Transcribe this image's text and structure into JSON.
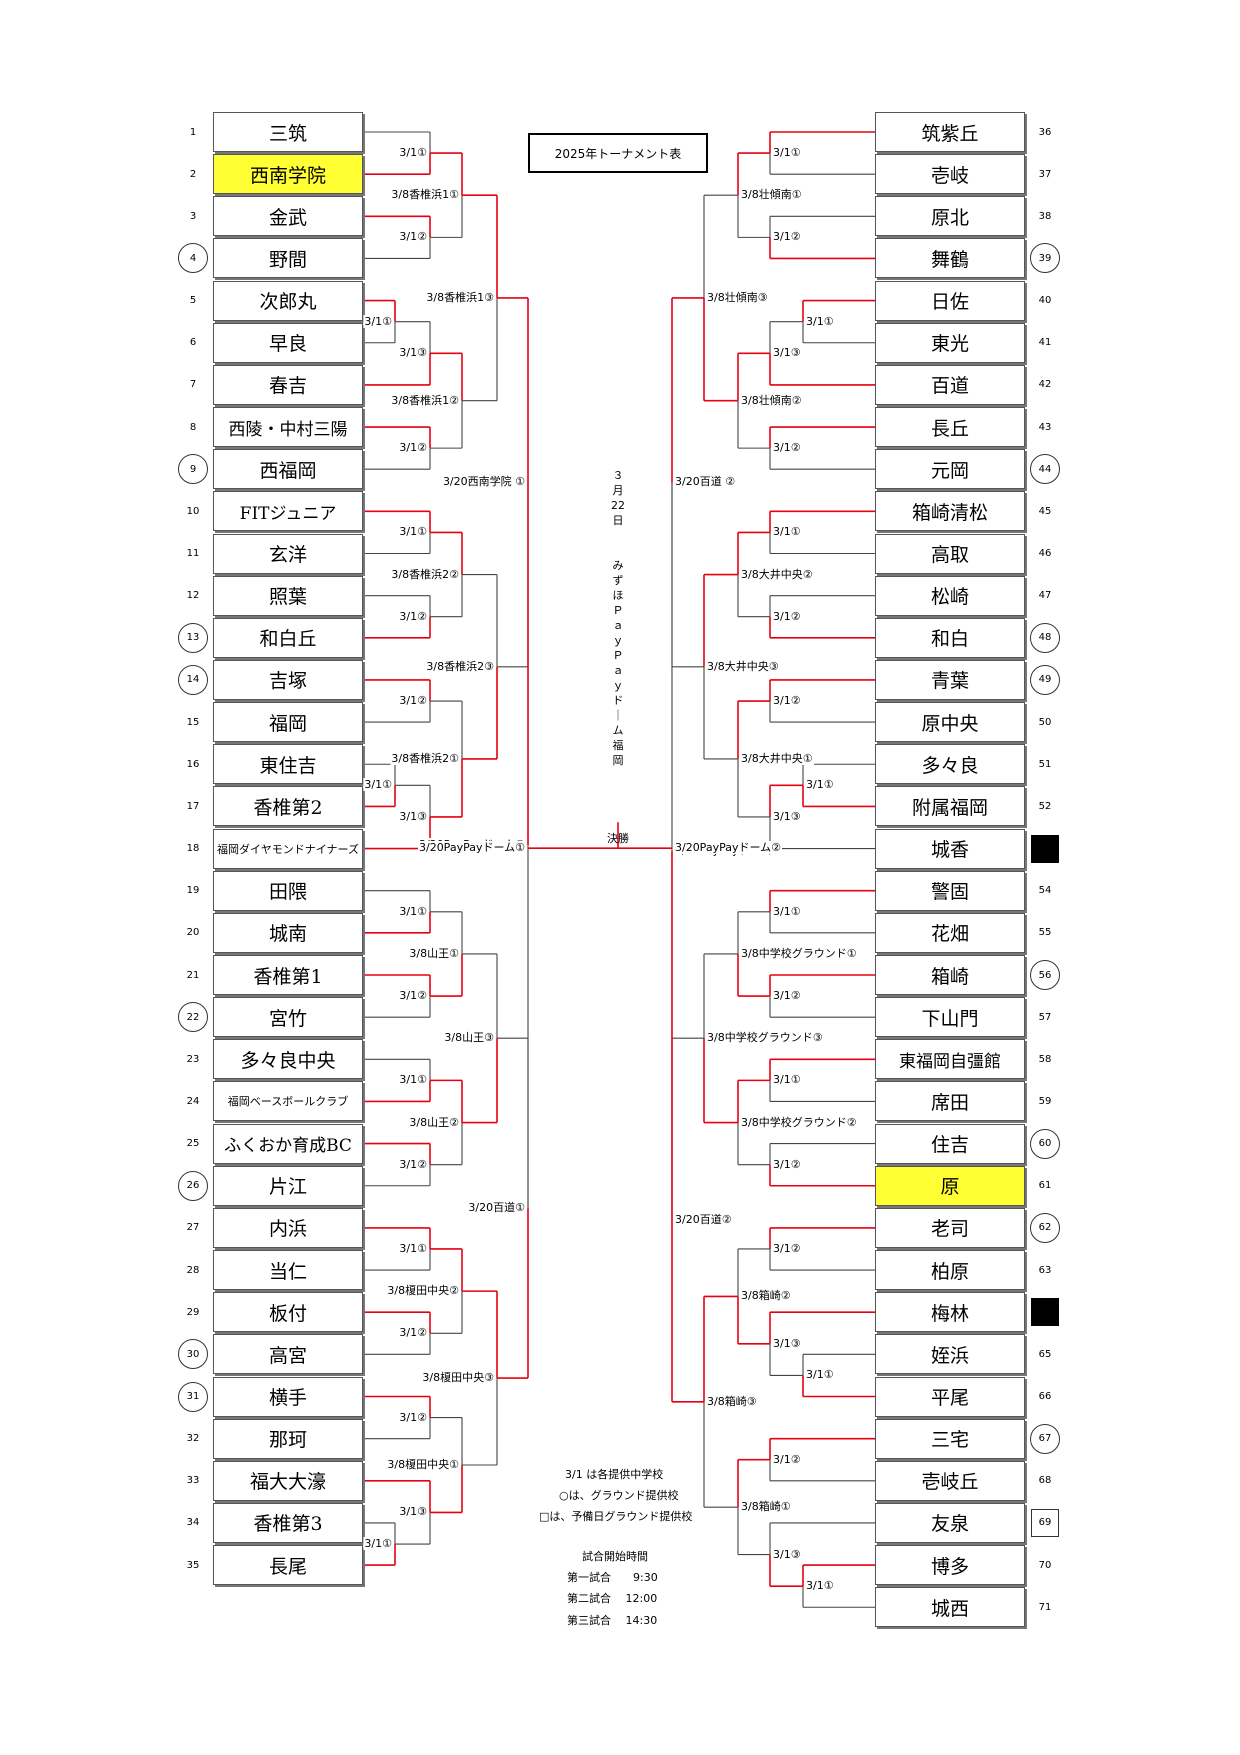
{
  "title": "2025年トーナメント表",
  "venue": "3月22日 みずほPayPayドーム福岡",
  "venue_chars": [
    "３",
    "月",
    "22",
    "日",
    " ",
    "み",
    "ず",
    "ほ",
    "Ｐ",
    "ａ",
    "ｙ",
    "Ｐ",
    "ａ",
    "ｙ",
    "ド",
    "｜",
    "ム",
    "福",
    "岡"
  ],
  "final_label": "決勝",
  "notes": [
    "3/1 は各提供中学校",
    "○は、グラウンド提供校",
    "□は、予備日グラウンド提供校"
  ],
  "times_title": "試合開始時間",
  "times": [
    "第一試合　　9:30",
    "第二試合　 12:00",
    "第三試合　 14:30"
  ],
  "teams": [
    {
      "n": "1",
      "name": "三筑",
      "s": "plain"
    },
    {
      "n": "2",
      "name": "西南学院",
      "s": "plain",
      "hl": true
    },
    {
      "n": "3",
      "name": "金武",
      "s": "plain"
    },
    {
      "n": "4",
      "name": "野間",
      "s": "circle"
    },
    {
      "n": "5",
      "name": "次郎丸",
      "s": "plain"
    },
    {
      "n": "6",
      "name": "早良",
      "s": "plain"
    },
    {
      "n": "7",
      "name": "春吉",
      "s": "plain"
    },
    {
      "n": "8",
      "name": "西陵・中村三陽",
      "s": "plain"
    },
    {
      "n": "9",
      "name": "西福岡",
      "s": "circle"
    },
    {
      "n": "10",
      "name": "FITジュニア",
      "s": "plain"
    },
    {
      "n": "11",
      "name": "玄洋",
      "s": "plain"
    },
    {
      "n": "12",
      "name": "照葉",
      "s": "plain"
    },
    {
      "n": "13",
      "name": "和白丘",
      "s": "circle"
    },
    {
      "n": "14",
      "name": "吉塚",
      "s": "circle"
    },
    {
      "n": "15",
      "name": "福岡",
      "s": "plain"
    },
    {
      "n": "16",
      "name": "東住吉",
      "s": "plain"
    },
    {
      "n": "17",
      "name": "香椎第2",
      "s": "plain"
    },
    {
      "n": "18",
      "name": "福岡ダイヤモンドナイナーズ",
      "s": "plain"
    },
    {
      "n": "19",
      "name": "田隈",
      "s": "plain"
    },
    {
      "n": "20",
      "name": "城南",
      "s": "plain"
    },
    {
      "n": "21",
      "name": "香椎第1",
      "s": "plain"
    },
    {
      "n": "22",
      "name": "宮竹",
      "s": "circle"
    },
    {
      "n": "23",
      "name": "多々良中央",
      "s": "plain"
    },
    {
      "n": "24",
      "name": "福岡ベースボールクラブ",
      "s": "plain"
    },
    {
      "n": "25",
      "name": "ふくおか育成BC",
      "s": "plain"
    },
    {
      "n": "26",
      "name": "片江",
      "s": "circle"
    },
    {
      "n": "27",
      "name": "内浜",
      "s": "plain"
    },
    {
      "n": "28",
      "name": "当仁",
      "s": "plain"
    },
    {
      "n": "29",
      "name": "板付",
      "s": "plain"
    },
    {
      "n": "30",
      "name": "高宮",
      "s": "circle"
    },
    {
      "n": "31",
      "name": "横手",
      "s": "circle"
    },
    {
      "n": "32",
      "name": "那珂",
      "s": "plain"
    },
    {
      "n": "33",
      "name": "福大大濠",
      "s": "plain"
    },
    {
      "n": "34",
      "name": "香椎第3",
      "s": "plain"
    },
    {
      "n": "35",
      "name": "長尾",
      "s": "plain"
    },
    {
      "n": "36",
      "name": "筑紫丘",
      "s": "plain"
    },
    {
      "n": "37",
      "name": "壱岐",
      "s": "plain"
    },
    {
      "n": "38",
      "name": "原北",
      "s": "plain"
    },
    {
      "n": "39",
      "name": "舞鶴",
      "s": "circle"
    },
    {
      "n": "40",
      "name": "日佐",
      "s": "plain"
    },
    {
      "n": "41",
      "name": "東光",
      "s": "plain"
    },
    {
      "n": "42",
      "name": "百道",
      "s": "plain"
    },
    {
      "n": "43",
      "name": "長丘",
      "s": "plain"
    },
    {
      "n": "44",
      "name": "元岡",
      "s": "circle"
    },
    {
      "n": "45",
      "name": "箱崎清松",
      "s": "plain"
    },
    {
      "n": "46",
      "name": "高取",
      "s": "plain"
    },
    {
      "n": "47",
      "name": "松崎",
      "s": "plain"
    },
    {
      "n": "48",
      "name": "和白",
      "s": "circle"
    },
    {
      "n": "49",
      "name": "青葉",
      "s": "circle"
    },
    {
      "n": "50",
      "name": "原中央",
      "s": "plain"
    },
    {
      "n": "51",
      "name": "多々良",
      "s": "plain"
    },
    {
      "n": "52",
      "name": "附属福岡",
      "s": "plain"
    },
    {
      "n": "",
      "name": "城香",
      "s": "black"
    },
    {
      "n": "54",
      "name": "警固",
      "s": "plain"
    },
    {
      "n": "55",
      "name": "花畑",
      "s": "plain"
    },
    {
      "n": "56",
      "name": "箱崎",
      "s": "circle"
    },
    {
      "n": "57",
      "name": "下山門",
      "s": "plain"
    },
    {
      "n": "58",
      "name": "東福岡自彊館",
      "s": "plain"
    },
    {
      "n": "59",
      "name": "席田",
      "s": "plain"
    },
    {
      "n": "60",
      "name": "住吉",
      "s": "circle"
    },
    {
      "n": "61",
      "name": "原",
      "s": "plain",
      "hl": true
    },
    {
      "n": "62",
      "name": "老司",
      "s": "circle"
    },
    {
      "n": "63",
      "name": "柏原",
      "s": "plain"
    },
    {
      "n": "",
      "name": "梅林",
      "s": "black"
    },
    {
      "n": "65",
      "name": "姪浜",
      "s": "plain"
    },
    {
      "n": "66",
      "name": "平尾",
      "s": "plain"
    },
    {
      "n": "67",
      "name": "三宅",
      "s": "circle"
    },
    {
      "n": "68",
      "name": "壱岐丘",
      "s": "plain"
    },
    {
      "n": "69",
      "name": "友泉",
      "s": "square"
    },
    {
      "n": "70",
      "name": "博多",
      "s": "plain"
    },
    {
      "n": "71",
      "name": "城西",
      "s": "plain"
    }
  ],
  "match_labels": {
    "L_r0_a": "3/1①",
    "L_r1_a": "3/8香椎浜1①",
    "L_r0_b": "3/1②",
    "L_r2_a": "3/8香椎浜1③",
    "L_r0_c": "3/1①",
    "L_r0_d": "3/1③",
    "L_r1_b": "3/8香椎浜1②",
    "L_r0_e": "3/1②",
    "L_r3_a": "3/20西南学院 ①",
    "L_r0_f": "3/1①",
    "L_r1_c": "3/8香椎浜2②",
    "L_r0_g": "3/1②",
    "L_r2_b": "3/8香椎浜2③",
    "L_r0_h": "3/1②",
    "L_r1_d": "3/8香椎浜2①",
    "L_r0_i": "3/1①",
    "L_r0_j": "3/1③",
    "L_sf": "3/20PayPayドーム①",
    "L_r0_k": "3/1①",
    "L_r1_e": "3/8山王①",
    "L_r0_l": "3/1②",
    "L_r2_c": "3/8山王③",
    "L_r0_m": "3/1①",
    "L_r1_f": "3/8山王②",
    "L_r0_n": "3/1②",
    "L_r3_b": "3/20百道①",
    "L_r0_o": "3/1①",
    "L_r1_g": "3/8榎田中央②",
    "L_r0_p": "3/1②",
    "L_r2_d": "3/8榎田中央③",
    "L_r0_q": "3/1②",
    "L_r1_h": "3/8榎田中央①",
    "L_r0_r": "3/1③",
    "L_r0_s": "3/1①",
    "R_r0_a": "3/1①",
    "R_r1_a": "3/8壮傾南①",
    "R_r0_b": "3/1②",
    "R_r2_a": "3/8壮傾南③",
    "R_r0_c": "3/1①",
    "R_r0_d": "3/1③",
    "R_r1_b": "3/8壮傾南②",
    "R_r0_e": "3/1②",
    "R_r3_a": "3/20百道 ②",
    "R_r0_f": "3/1①",
    "R_r1_c": "3/8大井中央②",
    "R_r0_g": "3/1②",
    "R_r2_b": "3/8大井中央③",
    "R_r0_h": "3/1②",
    "R_r1_d": "3/8大井中央①",
    "R_r0_i": "3/1①",
    "R_r0_j": "3/1③",
    "R_sf": "3/20PayPayドーム②",
    "R_r0_k": "3/1①",
    "R_r1_e": "3/8中学校グラウンド①",
    "R_r0_l": "3/1②",
    "R_r2_c": "3/8中学校グラウンド③",
    "R_r0_m": "3/1①",
    "R_r1_f": "3/8中学校グラウンド②",
    "R_r0_n": "3/1②",
    "R_r3_b": "3/20百道②",
    "R_r0_o": "3/1②",
    "R_r1_g": "3/8箱崎②",
    "R_r0_p": "3/1③",
    "R_r0_q": "3/1①",
    "R_r2_d": "3/8箱崎③",
    "R_r0_r": "3/1②",
    "R_r1_h": "3/8箱崎①",
    "R_r0_s": "3/1③",
    "R_r0_t": "3/1①"
  },
  "colors": {
    "winner_line": "#e60012",
    "line": "#444444",
    "highlight": "#ffff33"
  }
}
